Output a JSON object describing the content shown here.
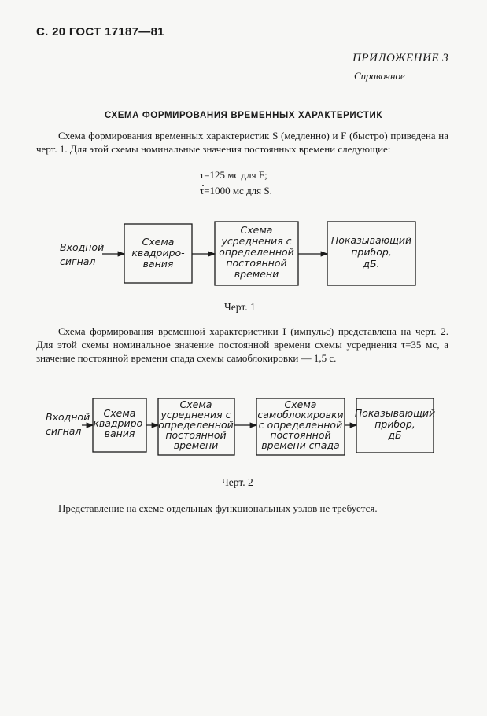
{
  "header": {
    "page_ref": "С. 20 ГОСТ 17187—81",
    "appendix_title": "ПРИЛОЖЕНИЕ 3",
    "appendix_subtitle": "Справочное"
  },
  "section_title": "СХЕМА ФОРМИРОВАНИЯ ВРЕМЕННЫХ ХАРАКТЕРИСТИК",
  "paragraph1": "Схема формирования временных характеристик S (медленно) и F (быстро) приведена на черт. 1. Для этой схемы номинальные значения постоянных времени следующие:",
  "formulas": {
    "f1": "τ=125 мс для F;",
    "f2_tau": "τ",
    "f2_rest": "=1000 мс для S."
  },
  "figure1": {
    "input_label": [
      "Входной",
      "сигнал"
    ],
    "blocks": [
      [
        "Схема",
        "квадриро-",
        "вания"
      ],
      [
        "Схема",
        "усреднения с",
        "определенной",
        "постоянной",
        "времени"
      ],
      [
        "Показывающий",
        "прибор,",
        "дБ."
      ]
    ],
    "caption": "Черт. 1"
  },
  "paragraph2": "Схема формирования временной характеристики I (импульс) представлена на черт. 2. Для этой схемы номинальное значение постоянной времени схемы усреднения τ=35 мс, а значение постоянной времени спада схемы самоблокировки — 1,5 с.",
  "figure2": {
    "input_label": [
      "Входной",
      "сигнал"
    ],
    "blocks": [
      [
        "Схема",
        "квадриро-",
        "вания"
      ],
      [
        "Схема",
        "усреднения с",
        "определенной",
        "постоянной",
        "времени"
      ],
      [
        "Схема",
        "самоблокировки",
        "с определенной",
        "постоянной",
        "времени спада"
      ],
      [
        "Показывающий",
        "прибор,",
        "дБ"
      ]
    ],
    "caption": "Черт. 2"
  },
  "paragraph3": "Представление на схеме отдельных функциональных узлов не требуется."
}
